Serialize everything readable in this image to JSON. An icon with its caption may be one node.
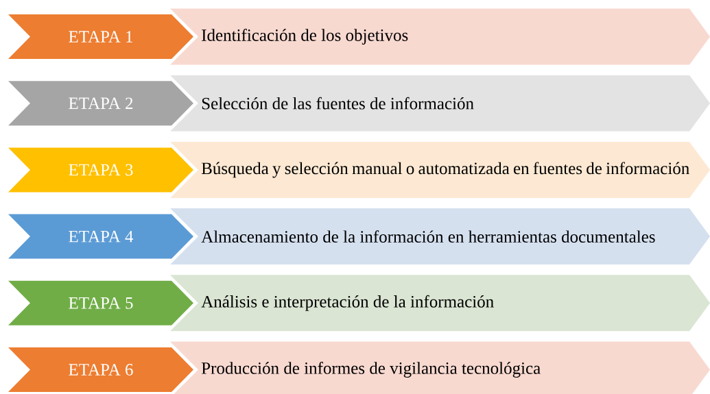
{
  "diagram": {
    "nodes": [
      {
        "text": [
          "ETAPA 1"
        ]
      },
      {
        "text": [
          "Identificación de los objetivos"
        ]
      },
      {
        "text": [
          "ETAPA 2"
        ]
      },
      {
        "text": [
          "Selección de las fuentes de información"
        ]
      },
      {
        "text": [
          "ETAPA 3"
        ]
      },
      {
        "text": [
          "Búsqueda y selección manual o automatizada en fuentes de información"
        ]
      },
      {
        "text": [
          "ETAPA 4"
        ]
      },
      {
        "text": [
          "Almacenamiento de la información en herramientas documentales"
        ]
      },
      {
        "text": [
          "ETAPA 5"
        ]
      },
      {
        "text": [
          "Análisis e interpretación de la información"
        ]
      },
      {
        "text": [
          "ETAPA 6"
        ]
      },
      {
        "text": [
          "Producción de informes de vigilancia tecnológica"
        ]
      }
    ]
  }
}
